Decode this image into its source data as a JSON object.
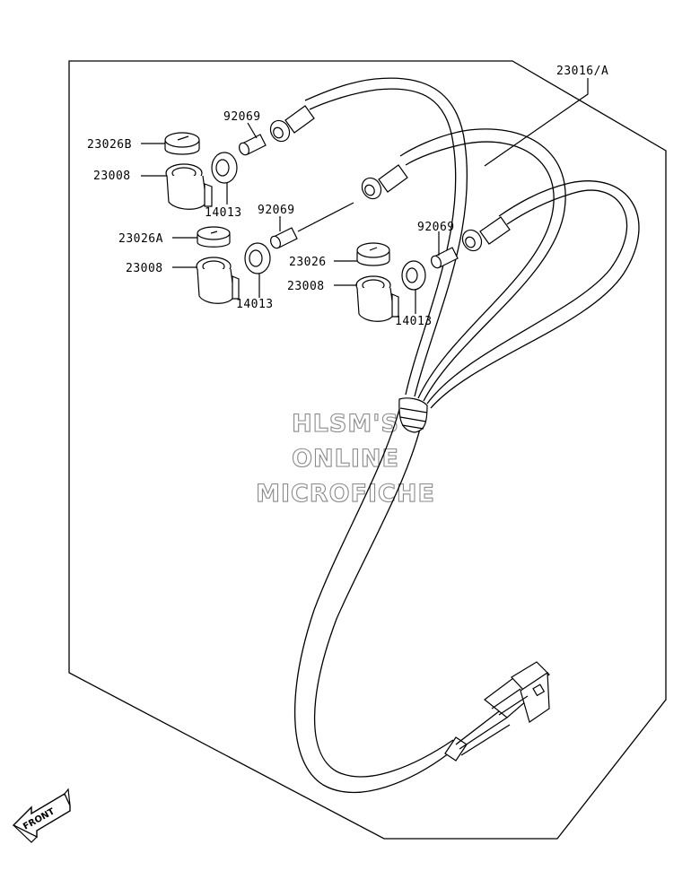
{
  "diagram": {
    "assembly_label": "23016/A",
    "callouts": [
      {
        "id": "c-92069-a",
        "text": "92069"
      },
      {
        "id": "c-23026b",
        "text": "23026B"
      },
      {
        "id": "c-23008-a",
        "text": "23008"
      },
      {
        "id": "c-14013-a",
        "text": "14013"
      },
      {
        "id": "c-92069-b",
        "text": "92069"
      },
      {
        "id": "c-23026a",
        "text": "23026A"
      },
      {
        "id": "c-23008-b",
        "text": "23008"
      },
      {
        "id": "c-14013-b",
        "text": "14013"
      },
      {
        "id": "c-92069-c",
        "text": "92069"
      },
      {
        "id": "c-23026",
        "text": "23026"
      },
      {
        "id": "c-23008-c",
        "text": "23008"
      },
      {
        "id": "c-14013-c",
        "text": "14013"
      }
    ],
    "watermark": [
      "HLSM'S",
      "ONLINE",
      "MICROFICHE"
    ],
    "front_arrow_label": "FRONT"
  }
}
